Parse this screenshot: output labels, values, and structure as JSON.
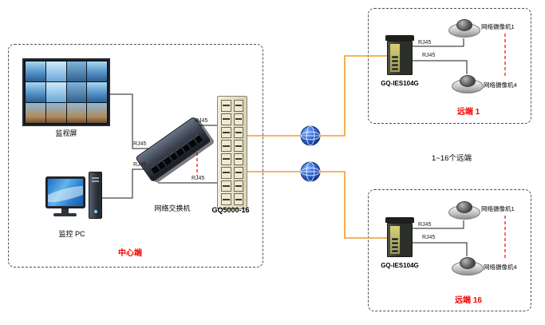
{
  "labels": {
    "rj45": "RJ45",
    "remote_range": "1~16个远端"
  },
  "center": {
    "group_label": "中心端",
    "video_wall_label": "监视屏",
    "pc_label": "监控 PC",
    "switch_label": "网络交换机",
    "converter_label": "GQ5000-16"
  },
  "remote1": {
    "group_label": "远端 1",
    "switch_label": "GQ-IES104G",
    "camera_top_label": "网络摄像机1",
    "camera_bottom_label": "网络摄像机4"
  },
  "remote16": {
    "group_label": "远端 16",
    "switch_label": "GQ-IES104G",
    "camera_top_label": "网络摄像机1",
    "camera_bottom_label": "网络摄像机4"
  },
  "colors": {
    "fiber_link": "#f59a23",
    "copper_link": "#1a1a1a",
    "accent_red": "#ff0000",
    "group_border": "#4d4d4d"
  }
}
